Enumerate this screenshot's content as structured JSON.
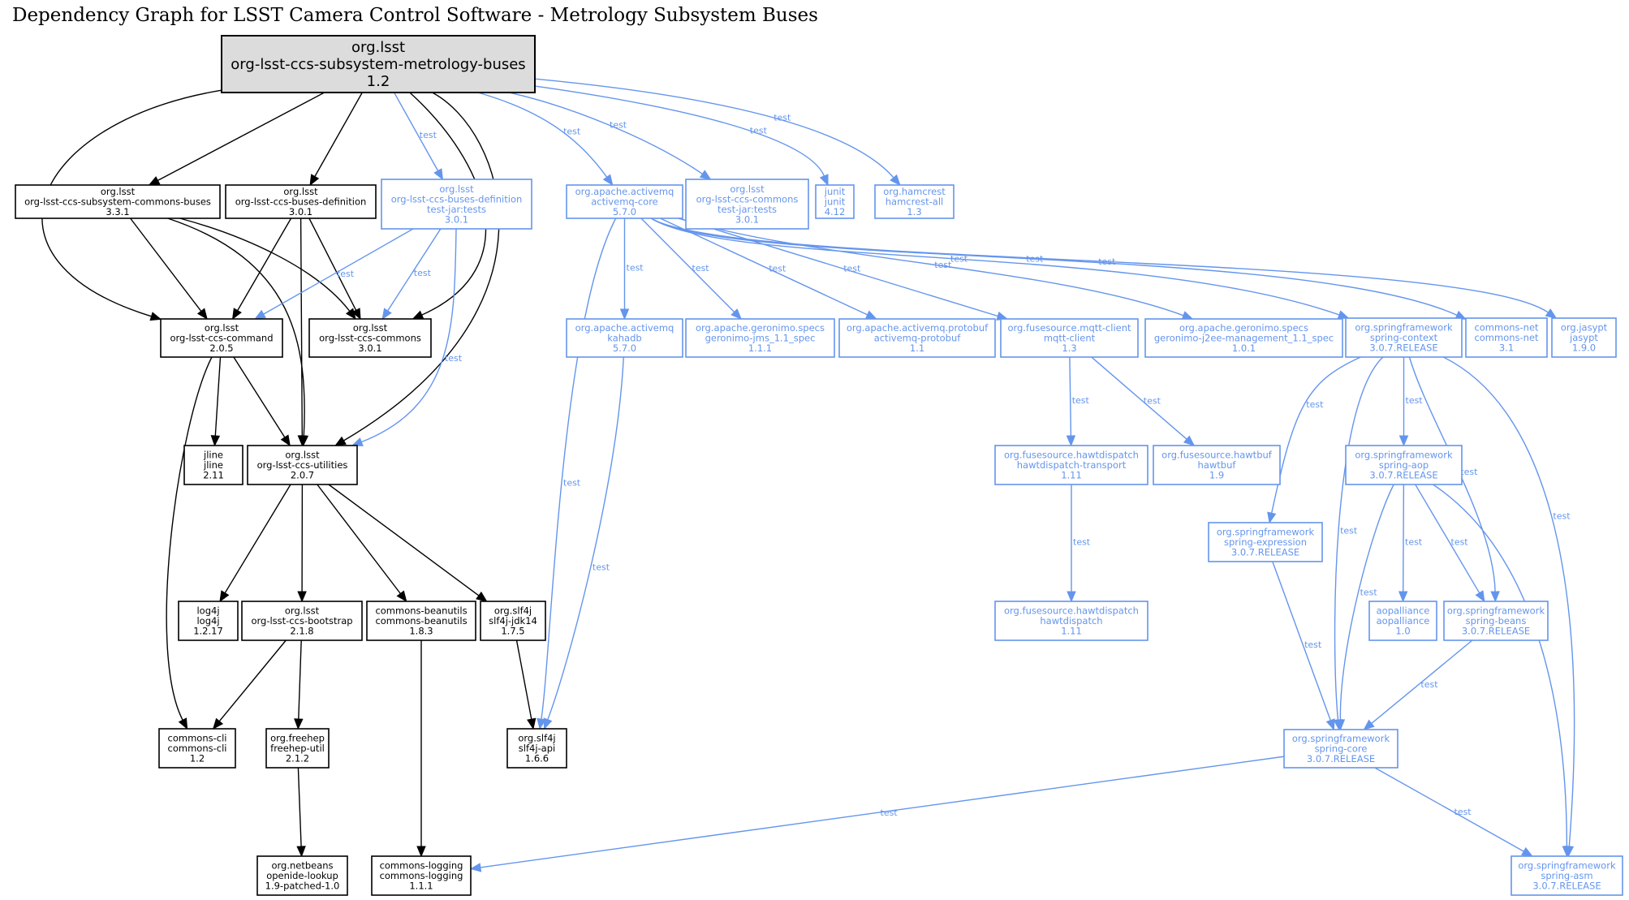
{
  "title": "Dependency Graph for LSST Camera Control Software - Metrology Subsystem Buses",
  "colors": {
    "compile": "#000000",
    "test": "#6495ed",
    "root_fill": "#dcdcdc"
  },
  "nodes": [
    {
      "id": "root",
      "lines": [
        "org.lsst",
        "org-lsst-ccs-subsystem-metrology-buses",
        "1.2"
      ],
      "scope": "root"
    },
    {
      "id": "commons-buses",
      "lines": [
        "org.lsst",
        "org-lsst-ccs-subsystem-commons-buses",
        "3.3.1"
      ],
      "scope": "compile"
    },
    {
      "id": "buses-definition",
      "lines": [
        "org.lsst",
        "org-lsst-ccs-buses-definition",
        "3.0.1"
      ],
      "scope": "compile"
    },
    {
      "id": "buses-definition-tests",
      "lines": [
        "org.lsst",
        "org-lsst-ccs-buses-definition",
        "test-jar:tests",
        "3.0.1"
      ],
      "scope": "test"
    },
    {
      "id": "activemq-core",
      "lines": [
        "org.apache.activemq",
        "activemq-core",
        "5.7.0"
      ],
      "scope": "test"
    },
    {
      "id": "ccs-commons-tests",
      "lines": [
        "org.lsst",
        "org-lsst-ccs-commons",
        "test-jar:tests",
        "3.0.1"
      ],
      "scope": "test"
    },
    {
      "id": "junit",
      "lines": [
        "junit",
        "junit",
        "4.12"
      ],
      "scope": "test"
    },
    {
      "id": "hamcrest",
      "lines": [
        "org.hamcrest",
        "hamcrest-all",
        "1.3"
      ],
      "scope": "test"
    },
    {
      "id": "command",
      "lines": [
        "org.lsst",
        "org-lsst-ccs-command",
        "2.0.5"
      ],
      "scope": "compile"
    },
    {
      "id": "ccs-commons",
      "lines": [
        "org.lsst",
        "org-lsst-ccs-commons",
        "3.0.1"
      ],
      "scope": "compile"
    },
    {
      "id": "kahadb",
      "lines": [
        "org.apache.activemq",
        "kahadb",
        "5.7.0"
      ],
      "scope": "test"
    },
    {
      "id": "geronimo-jms",
      "lines": [
        "org.apache.geronimo.specs",
        "geronimo-jms_1.1_spec",
        "1.1.1"
      ],
      "scope": "test"
    },
    {
      "id": "activemq-protobuf",
      "lines": [
        "org.apache.activemq.protobuf",
        "activemq-protobuf",
        "1.1"
      ],
      "scope": "test"
    },
    {
      "id": "mqtt-client",
      "lines": [
        "org.fusesource.mqtt-client",
        "mqtt-client",
        "1.3"
      ],
      "scope": "test"
    },
    {
      "id": "geronimo-j2ee",
      "lines": [
        "org.apache.geronimo.specs",
        "geronimo-j2ee-management_1.1_spec",
        "1.0.1"
      ],
      "scope": "test"
    },
    {
      "id": "spring-context",
      "lines": [
        "org.springframework",
        "spring-context",
        "3.0.7.RELEASE"
      ],
      "scope": "test"
    },
    {
      "id": "commons-net",
      "lines": [
        "commons-net",
        "commons-net",
        "3.1"
      ],
      "scope": "test"
    },
    {
      "id": "jasypt",
      "lines": [
        "org.jasypt",
        "jasypt",
        "1.9.0"
      ],
      "scope": "test"
    },
    {
      "id": "jline",
      "lines": [
        "jline",
        "jline",
        "2.11"
      ],
      "scope": "compile"
    },
    {
      "id": "utilities",
      "lines": [
        "org.lsst",
        "org-lsst-ccs-utilities",
        "2.0.7"
      ],
      "scope": "compile"
    },
    {
      "id": "hawtdispatch-transport",
      "lines": [
        "org.fusesource.hawtdispatch",
        "hawtdispatch-transport",
        "1.11"
      ],
      "scope": "test"
    },
    {
      "id": "hawtbuf",
      "lines": [
        "org.fusesource.hawtbuf",
        "hawtbuf",
        "1.9"
      ],
      "scope": "test"
    },
    {
      "id": "spring-aop",
      "lines": [
        "org.springframework",
        "spring-aop",
        "3.0.7.RELEASE"
      ],
      "scope": "test"
    },
    {
      "id": "spring-expression",
      "lines": [
        "org.springframework",
        "spring-expression",
        "3.0.7.RELEASE"
      ],
      "scope": "test"
    },
    {
      "id": "log4j",
      "lines": [
        "log4j",
        "log4j",
        "1.2.17"
      ],
      "scope": "compile"
    },
    {
      "id": "bootstrap",
      "lines": [
        "org.lsst",
        "org-lsst-ccs-bootstrap",
        "2.1.8"
      ],
      "scope": "compile"
    },
    {
      "id": "beanutils",
      "lines": [
        "commons-beanutils",
        "commons-beanutils",
        "1.8.3"
      ],
      "scope": "compile"
    },
    {
      "id": "slf4j-jdk14",
      "lines": [
        "org.slf4j",
        "slf4j-jdk14",
        "1.7.5"
      ],
      "scope": "compile"
    },
    {
      "id": "hawtdispatch",
      "lines": [
        "org.fusesource.hawtdispatch",
        "hawtdispatch",
        "1.11"
      ],
      "scope": "test"
    },
    {
      "id": "aopalliance",
      "lines": [
        "aopalliance",
        "aopalliance",
        "1.0"
      ],
      "scope": "test"
    },
    {
      "id": "spring-beans",
      "lines": [
        "org.springframework",
        "spring-beans",
        "3.0.7.RELEASE"
      ],
      "scope": "test"
    },
    {
      "id": "commons-cli",
      "lines": [
        "commons-cli",
        "commons-cli",
        "1.2"
      ],
      "scope": "compile"
    },
    {
      "id": "freehep-util",
      "lines": [
        "org.freehep",
        "freehep-util",
        "2.1.2"
      ],
      "scope": "compile"
    },
    {
      "id": "slf4j-api",
      "lines": [
        "org.slf4j",
        "slf4j-api",
        "1.6.6"
      ],
      "scope": "compile"
    },
    {
      "id": "spring-core",
      "lines": [
        "org.springframework",
        "spring-core",
        "3.0.7.RELEASE"
      ],
      "scope": "test"
    },
    {
      "id": "openide-lookup",
      "lines": [
        "org.netbeans",
        "openide-lookup",
        "1.9-patched-1.0"
      ],
      "scope": "compile"
    },
    {
      "id": "commons-logging",
      "lines": [
        "commons-logging",
        "commons-logging",
        "1.1.1"
      ],
      "scope": "compile"
    },
    {
      "id": "spring-asm",
      "lines": [
        "org.springframework",
        "spring-asm",
        "3.0.7.RELEASE"
      ],
      "scope": "test"
    }
  ],
  "edges": [
    {
      "from": "root",
      "to": "commons-buses",
      "scope": "compile",
      "label": ""
    },
    {
      "from": "root",
      "to": "buses-definition",
      "scope": "compile",
      "label": ""
    },
    {
      "from": "root",
      "to": "buses-definition-tests",
      "scope": "test",
      "label": "test"
    },
    {
      "from": "root",
      "to": "command",
      "scope": "compile",
      "label": ""
    },
    {
      "from": "root",
      "to": "ccs-commons",
      "scope": "compile",
      "label": ""
    },
    {
      "from": "root",
      "to": "utilities",
      "scope": "compile",
      "label": ""
    },
    {
      "from": "root",
      "to": "activemq-core",
      "scope": "test",
      "label": "test"
    },
    {
      "from": "root",
      "to": "ccs-commons-tests",
      "scope": "test",
      "label": "test"
    },
    {
      "from": "root",
      "to": "junit",
      "scope": "test",
      "label": "test"
    },
    {
      "from": "root",
      "to": "hamcrest",
      "scope": "test",
      "label": "test"
    },
    {
      "from": "commons-buses",
      "to": "command",
      "scope": "compile",
      "label": ""
    },
    {
      "from": "commons-buses",
      "to": "utilities",
      "scope": "compile",
      "label": ""
    },
    {
      "from": "commons-buses",
      "to": "ccs-commons",
      "scope": "compile",
      "label": ""
    },
    {
      "from": "buses-definition",
      "to": "command",
      "scope": "compile",
      "label": ""
    },
    {
      "from": "buses-definition",
      "to": "utilities",
      "scope": "compile",
      "label": ""
    },
    {
      "from": "buses-definition",
      "to": "ccs-commons",
      "scope": "compile",
      "label": ""
    },
    {
      "from": "buses-definition-tests",
      "to": "command",
      "scope": "test",
      "label": "test"
    },
    {
      "from": "buses-definition-tests",
      "to": "ccs-commons",
      "scope": "test",
      "label": "test"
    },
    {
      "from": "buses-definition-tests",
      "to": "utilities",
      "scope": "test",
      "label": "test"
    },
    {
      "from": "command",
      "to": "jline",
      "scope": "compile",
      "label": ""
    },
    {
      "from": "command",
      "to": "utilities",
      "scope": "compile",
      "label": ""
    },
    {
      "from": "command",
      "to": "commons-cli",
      "scope": "compile",
      "label": ""
    },
    {
      "from": "utilities",
      "to": "log4j",
      "scope": "compile",
      "label": ""
    },
    {
      "from": "utilities",
      "to": "bootstrap",
      "scope": "compile",
      "label": ""
    },
    {
      "from": "utilities",
      "to": "beanutils",
      "scope": "compile",
      "label": ""
    },
    {
      "from": "utilities",
      "to": "slf4j-jdk14",
      "scope": "compile",
      "label": ""
    },
    {
      "from": "bootstrap",
      "to": "commons-cli",
      "scope": "compile",
      "label": ""
    },
    {
      "from": "bootstrap",
      "to": "freehep-util",
      "scope": "compile",
      "label": ""
    },
    {
      "from": "freehep-util",
      "to": "openide-lookup",
      "scope": "compile",
      "label": ""
    },
    {
      "from": "beanutils",
      "to": "commons-logging",
      "scope": "compile",
      "label": ""
    },
    {
      "from": "slf4j-jdk14",
      "to": "slf4j-api",
      "scope": "compile",
      "label": ""
    },
    {
      "from": "activemq-core",
      "to": "slf4j-api",
      "scope": "test",
      "label": "test"
    },
    {
      "from": "activemq-core",
      "to": "kahadb",
      "scope": "test",
      "label": "test"
    },
    {
      "from": "activemq-core",
      "to": "geronimo-jms",
      "scope": "test",
      "label": "test"
    },
    {
      "from": "activemq-core",
      "to": "activemq-protobuf",
      "scope": "test",
      "label": "test"
    },
    {
      "from": "activemq-core",
      "to": "mqtt-client",
      "scope": "test",
      "label": "test"
    },
    {
      "from": "activemq-core",
      "to": "geronimo-j2ee",
      "scope": "test",
      "label": "test"
    },
    {
      "from": "activemq-core",
      "to": "spring-context",
      "scope": "test",
      "label": "test"
    },
    {
      "from": "activemq-core",
      "to": "commons-net",
      "scope": "test",
      "label": "test"
    },
    {
      "from": "activemq-core",
      "to": "jasypt",
      "scope": "test",
      "label": "test"
    },
    {
      "from": "kahadb",
      "to": "slf4j-api",
      "scope": "test",
      "label": "test"
    },
    {
      "from": "mqtt-client",
      "to": "hawtdispatch-transport",
      "scope": "test",
      "label": "test"
    },
    {
      "from": "mqtt-client",
      "to": "hawtbuf",
      "scope": "test",
      "label": "test"
    },
    {
      "from": "hawtdispatch-transport",
      "to": "hawtdispatch",
      "scope": "test",
      "label": "test"
    },
    {
      "from": "spring-context",
      "to": "spring-expression",
      "scope": "test",
      "label": "test"
    },
    {
      "from": "spring-context",
      "to": "spring-core",
      "scope": "test",
      "label": "test"
    },
    {
      "from": "spring-context",
      "to": "spring-aop",
      "scope": "test",
      "label": "test"
    },
    {
      "from": "spring-context",
      "to": "spring-beans",
      "scope": "test",
      "label": "test"
    },
    {
      "from": "spring-context",
      "to": "spring-asm",
      "scope": "test",
      "label": "test"
    },
    {
      "from": "spring-aop",
      "to": "spring-core",
      "scope": "test",
      "label": "test"
    },
    {
      "from": "spring-aop",
      "to": "aopalliance",
      "scope": "test",
      "label": "test"
    },
    {
      "from": "spring-aop",
      "to": "spring-beans",
      "scope": "test",
      "label": "test"
    },
    {
      "from": "spring-aop",
      "to": "spring-asm",
      "scope": "test",
      "label": "test"
    },
    {
      "from": "spring-expression",
      "to": "spring-core",
      "scope": "test",
      "label": "test"
    },
    {
      "from": "spring-beans",
      "to": "spring-core",
      "scope": "test",
      "label": "test"
    },
    {
      "from": "spring-core",
      "to": "commons-logging",
      "scope": "test",
      "label": "test"
    },
    {
      "from": "spring-core",
      "to": "spring-asm",
      "scope": "test",
      "label": "test"
    }
  ]
}
